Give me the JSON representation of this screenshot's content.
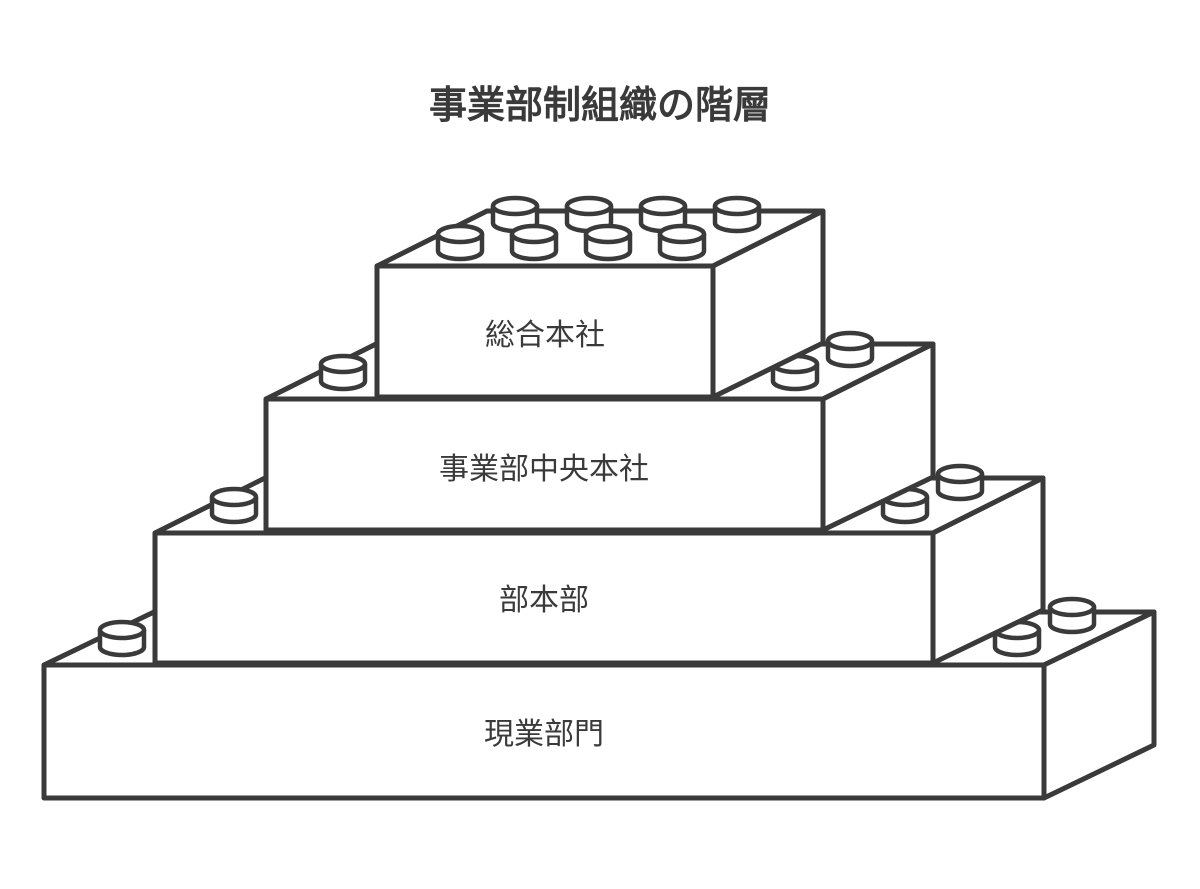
{
  "diagram": {
    "title": "事業部制組織の階層",
    "levels": [
      {
        "label": "総合本社"
      },
      {
        "label": "事業部中央本社"
      },
      {
        "label": "部本部"
      },
      {
        "label": "現業部門"
      }
    ]
  },
  "colors": {
    "stroke": "#3a3a3a",
    "fill": "#ffffff",
    "text": "#3a3a3a"
  }
}
